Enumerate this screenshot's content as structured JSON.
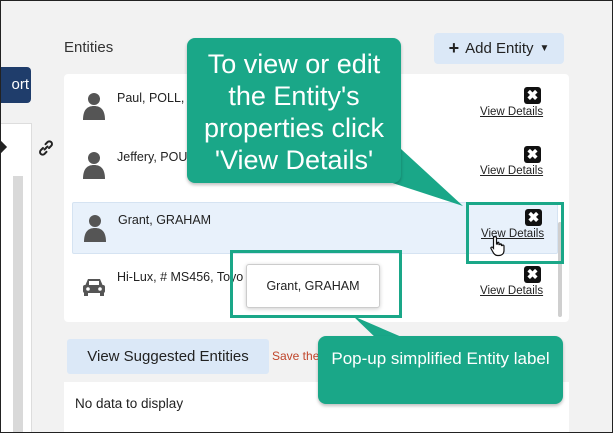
{
  "left_panel": {
    "export_label": "ort"
  },
  "entities": {
    "title": "Entities",
    "add_button": {
      "plus": "+",
      "label": "Add Entity"
    },
    "rows": [
      {
        "name": "Paul, POLL,",
        "icon": "person-icon",
        "view_label": "View Details",
        "delete": "✖"
      },
      {
        "name": "Jeffery, POU",
        "icon": "person-icon",
        "view_label": "View Details",
        "delete": "✖"
      },
      {
        "name": "Grant, GRAHAM",
        "icon": "person-icon",
        "view_label": "View Details",
        "delete": "✖"
      },
      {
        "name": "Hi-Lux, # MS456, Toyo",
        "icon": "car-icon",
        "view_label": "View Details",
        "delete": "✖"
      }
    ]
  },
  "suggested": {
    "button_label": "View Suggested Entities",
    "save_label": "Save the"
  },
  "nodata": {
    "text": "No data to display"
  },
  "tooltip": {
    "text": "Grant, GRAHAM"
  },
  "callouts": {
    "view_details": "To view or edit the Entity's properties click 'View Details'",
    "popup": "Pop-up simplified Entity label"
  },
  "colors": {
    "callout": "#1aa788",
    "button_bg": "#dbe8f7",
    "export_bg": "#1f3d6b",
    "save_link": "#c0452a"
  }
}
